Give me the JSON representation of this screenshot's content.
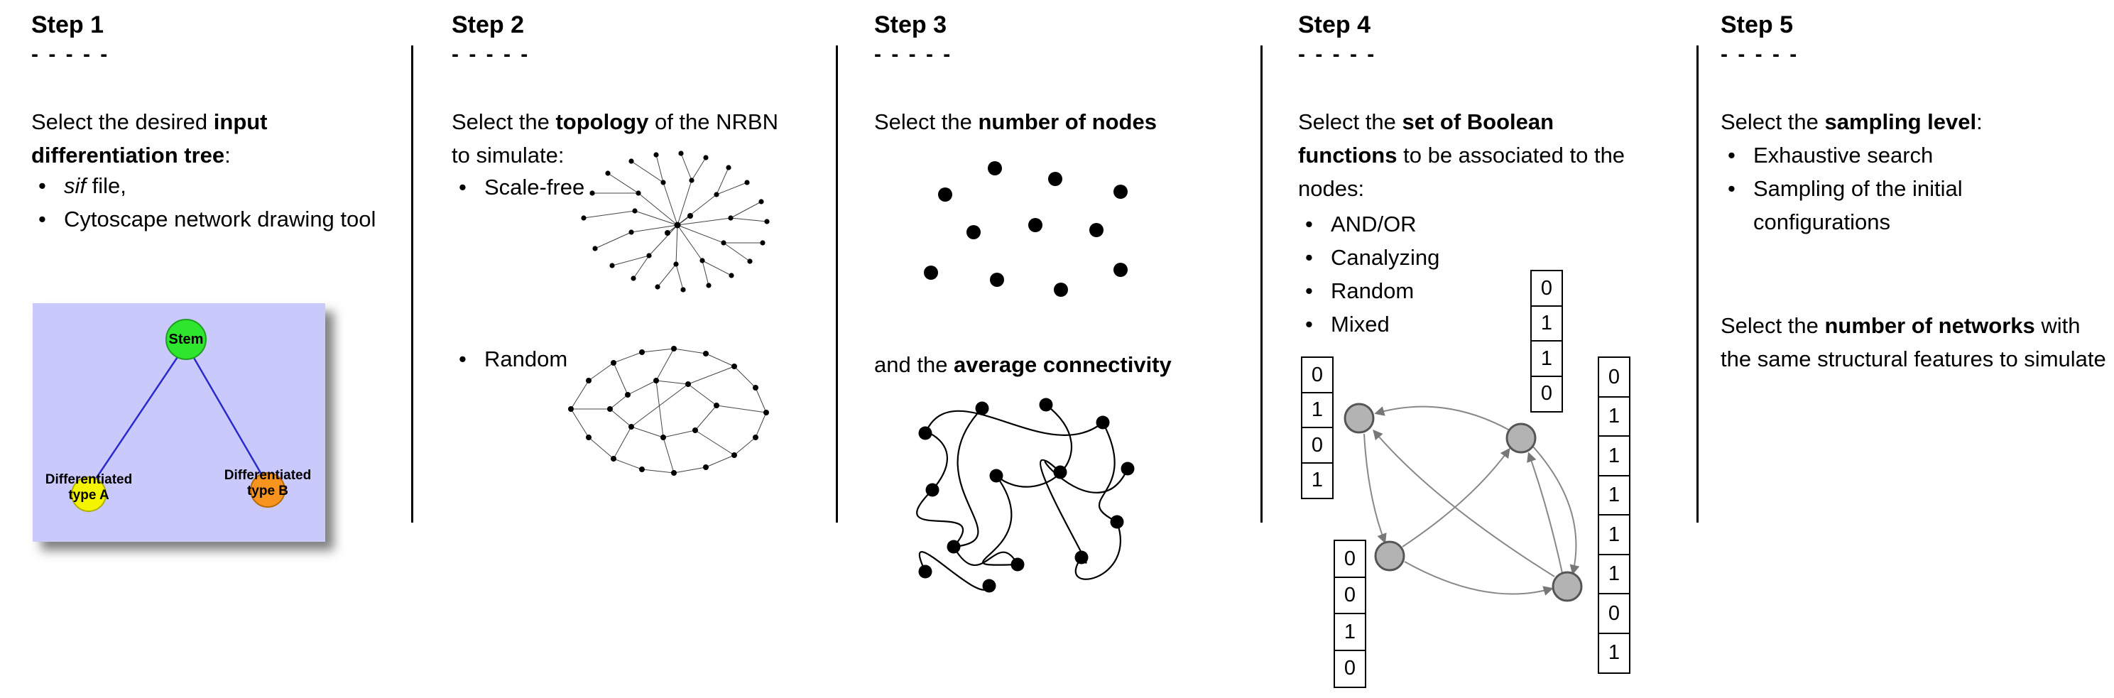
{
  "figure_type": "workflow-diagram",
  "colors": {
    "divider": "#000000",
    "tree_panel": "#c9c9fb",
    "tree_root_node": "#2ee62e",
    "tree_left_node": "#f4f400",
    "tree_right_node": "#f79420",
    "tree_edge": "#2a2acc",
    "boolean_node": "#b3b3b3",
    "boolean_wire": "#888888"
  },
  "steps": [
    {
      "title": "Step 1",
      "dashes": "- - - - -",
      "intro": {
        "pre": "Select the desired ",
        "bold": "input differentiation tree",
        "post": ":"
      },
      "bullets": [
        {
          "italic": "sif",
          "rest": " file,"
        },
        {
          "text": "Cytoscape network drawing tool"
        }
      ],
      "tree": {
        "root": "Stem",
        "left_line1": "Differentiated",
        "left_line2": "type A",
        "right_line1": "Differentiated",
        "right_line2": "type B"
      }
    },
    {
      "title": "Step 2",
      "dashes": "- - - - -",
      "intro": {
        "pre": "Select the ",
        "bold": "topology",
        "post": " of the NRBN to simulate:"
      },
      "bullets": [
        {
          "text": "Scale-free"
        },
        {
          "text": "Random"
        }
      ]
    },
    {
      "title": "Step 3",
      "dashes": "- - - - -",
      "intro": {
        "pre": "Select the ",
        "bold": "number of nodes",
        "post": ""
      },
      "second": {
        "pre": "and the ",
        "bold": "average connectivity",
        "post": ""
      }
    },
    {
      "title": "Step 4",
      "dashes": "- - - - -",
      "intro": {
        "pre": "Select the ",
        "bold": "set of Boolean functions",
        "post": " to be associated to the nodes:"
      },
      "bullets": [
        {
          "text": "AND/OR"
        },
        {
          "text": "Canalyzing"
        },
        {
          "text": "Random"
        },
        {
          "text": "Mixed"
        }
      ],
      "truth_tables": {
        "left": [
          "0",
          "1",
          "0",
          "1"
        ],
        "top": [
          "0",
          "1",
          "1",
          "0"
        ],
        "bottom_left": [
          "0",
          "0",
          "1",
          "0"
        ],
        "right": [
          "0",
          "1",
          "1",
          "1",
          "1",
          "1",
          "0",
          "1"
        ]
      }
    },
    {
      "title": "Step 5",
      "dashes": "- - - - -",
      "intro": {
        "pre": "Select the ",
        "bold": "sampling level",
        "post": ":"
      },
      "bullets": [
        {
          "text": "Exhaustive search"
        },
        {
          "text": "Sampling of the initial configurations"
        }
      ],
      "second": {
        "pre": "Select the ",
        "bold": "number of networks",
        "post": " with the same structural features to simulate"
      }
    }
  ]
}
